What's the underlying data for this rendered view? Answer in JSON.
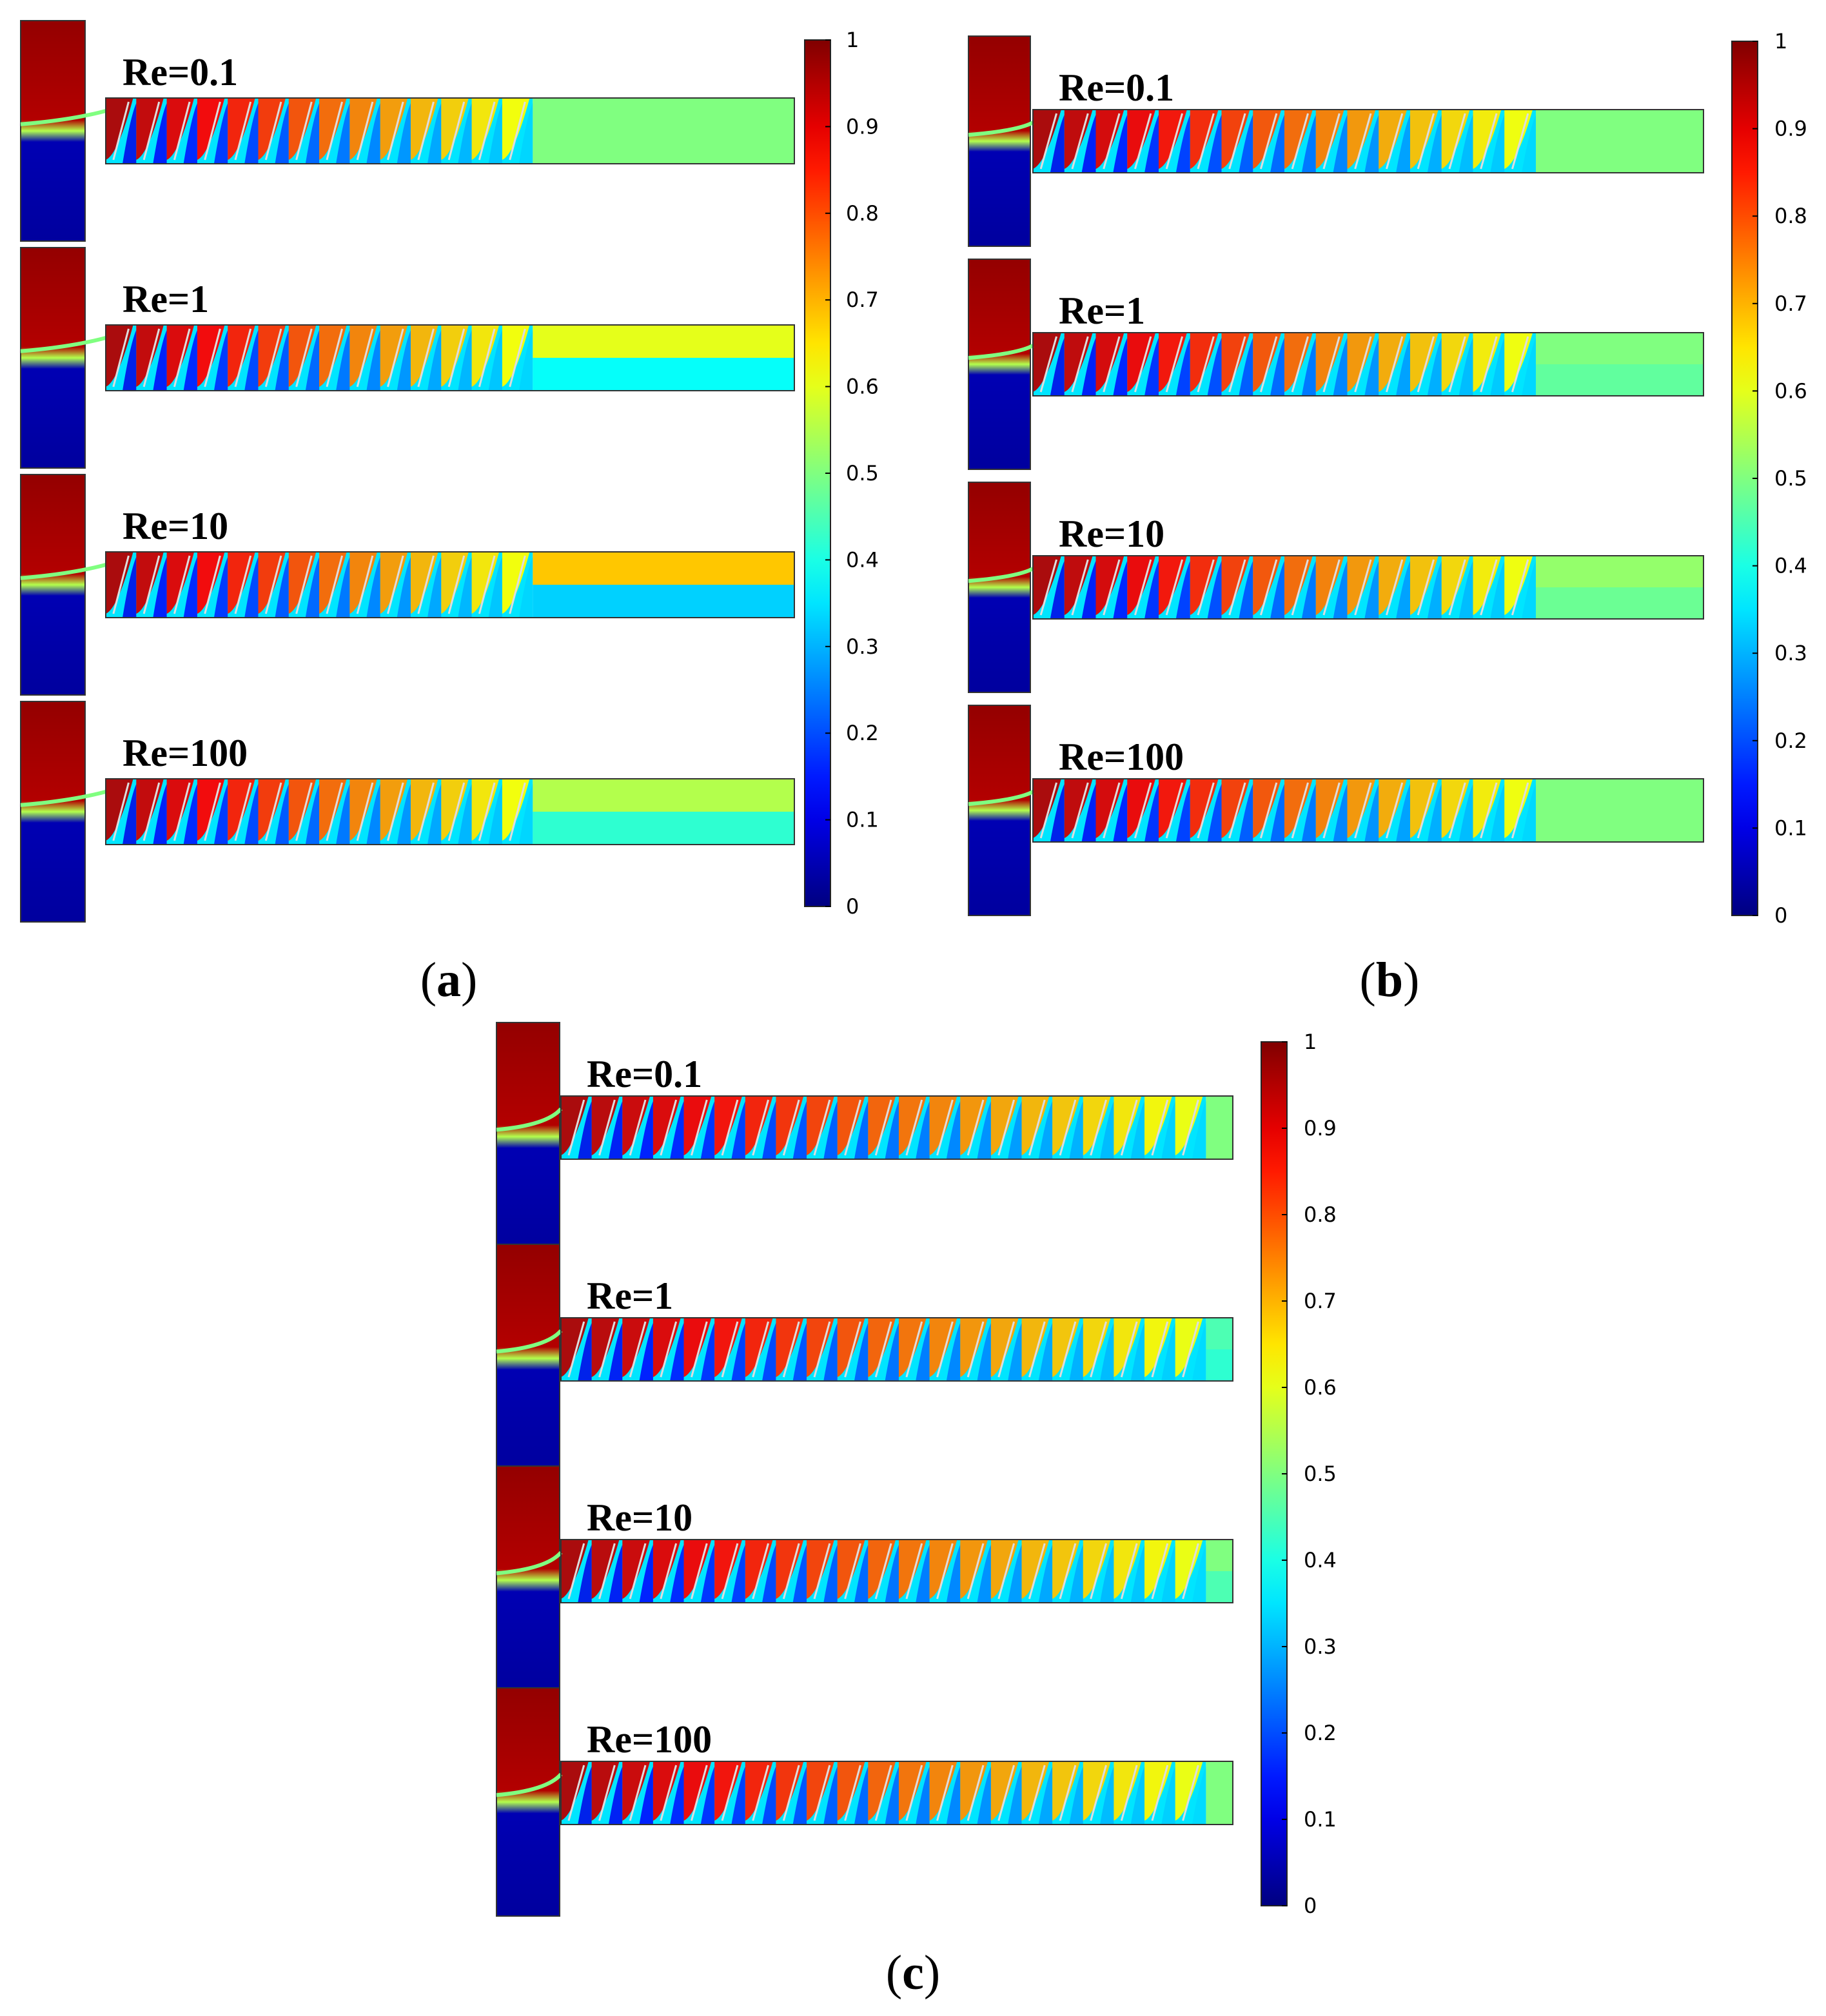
{
  "colorbar": {
    "min": 0,
    "max": 1,
    "colormap": "jet",
    "ticks": [
      "0",
      "0.1",
      "0.2",
      "0.3",
      "0.4",
      "0.5",
      "0.6",
      "0.7",
      "0.8",
      "0.9",
      "1"
    ]
  },
  "panels": [
    {
      "id": "a",
      "caption": "a",
      "rows": [
        {
          "label": "Re=0.1",
          "outlet_upper": 0.5,
          "outlet_lower": 0.5,
          "mixing_fraction": 0.62
        },
        {
          "label": "Re=1",
          "outlet_upper": 0.6,
          "outlet_lower": 0.38,
          "mixing_fraction": 0.62
        },
        {
          "label": "Re=10",
          "outlet_upper": 0.68,
          "outlet_lower": 0.33,
          "mixing_fraction": 0.62
        },
        {
          "label": "Re=100",
          "outlet_upper": 0.55,
          "outlet_lower": 0.42,
          "mixing_fraction": 0.62
        }
      ]
    },
    {
      "id": "b",
      "caption": "b",
      "rows": [
        {
          "label": "Re=0.1",
          "outlet_upper": 0.5,
          "outlet_lower": 0.5,
          "mixing_fraction": 0.75
        },
        {
          "label": "Re=1",
          "outlet_upper": 0.5,
          "outlet_lower": 0.47,
          "mixing_fraction": 0.75
        },
        {
          "label": "Re=10",
          "outlet_upper": 0.52,
          "outlet_lower": 0.48,
          "mixing_fraction": 0.75
        },
        {
          "label": "Re=100",
          "outlet_upper": 0.5,
          "outlet_lower": 0.5,
          "mixing_fraction": 0.75
        }
      ]
    },
    {
      "id": "c",
      "caption": "c",
      "rows": [
        {
          "label": "Re=0.1",
          "outlet_upper": 0.5,
          "outlet_lower": 0.5,
          "mixing_fraction": 0.96
        },
        {
          "label": "Re=1",
          "outlet_upper": 0.45,
          "outlet_lower": 0.42,
          "mixing_fraction": 0.96
        },
        {
          "label": "Re=10",
          "outlet_upper": 0.5,
          "outlet_lower": 0.45,
          "mixing_fraction": 0.96
        },
        {
          "label": "Re=100",
          "outlet_upper": 0.5,
          "outlet_lower": 0.5,
          "mixing_fraction": 0.96
        }
      ]
    }
  ]
}
